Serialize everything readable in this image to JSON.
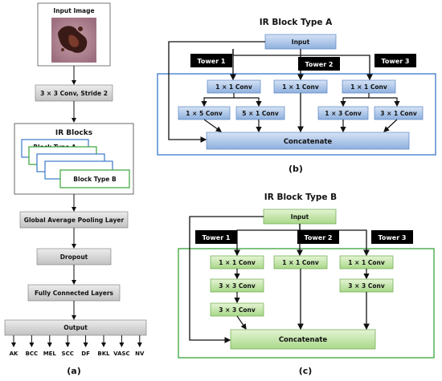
{
  "panel_a": {
    "input_label": "Input Image",
    "conv_label": "3  × 3 Conv, Stride 2",
    "ir_title": "IR Blocks",
    "block_a_label": "Block Type A",
    "block_b_label": "Block Type B",
    "gap_label": "Global Average Pooling Layer",
    "dropout_label": "Dropout",
    "fc_label": "Fully Connected Layers",
    "output_label": "Output",
    "classes": [
      "AK",
      "BCC",
      "MEL",
      "SCC",
      "DF",
      "BKL",
      "VASC",
      "NV"
    ],
    "caption": "(a)"
  },
  "panel_b": {
    "title": "IR Block Type A",
    "input_label": "Input",
    "tower1": "Tower 1",
    "tower2": "Tower 2",
    "tower3": "Tower 3",
    "t1_conv": "1  × 1 Conv",
    "t2_conv": "1  × 1 Conv",
    "t3_conv": "1  × 1 Conv",
    "t1a": "1  × 5 Conv",
    "t1b": "5  × 1 Conv",
    "t3a": "1 × 3 Conv",
    "t3b": "3 × 1 Conv",
    "concat": "Concatenate",
    "caption": "(b)"
  },
  "panel_c": {
    "title": "IR Block Type B",
    "input_label": "Input",
    "tower1": "Tower 1",
    "tower2": "Tower 2",
    "tower3": "Tower 3",
    "t1_conv": "1  × 1 Conv",
    "t2_conv": "1  × 1 Conv",
    "t3_conv": "1  × 1 Conv",
    "t1b": "3  × 3 Conv",
    "t1c": "3  × 3 Conv",
    "t3b": "3  × 3 Conv",
    "concat": "Concatenate",
    "caption": "(c)"
  },
  "colors": {
    "blue_border": "#3a78c9",
    "green_border": "#3aa33a",
    "blue_fill": "#b7cdea",
    "green_fill": "#cde8b4",
    "gray_fill": "#d4d4d4",
    "tower_fill": "#000000"
  }
}
